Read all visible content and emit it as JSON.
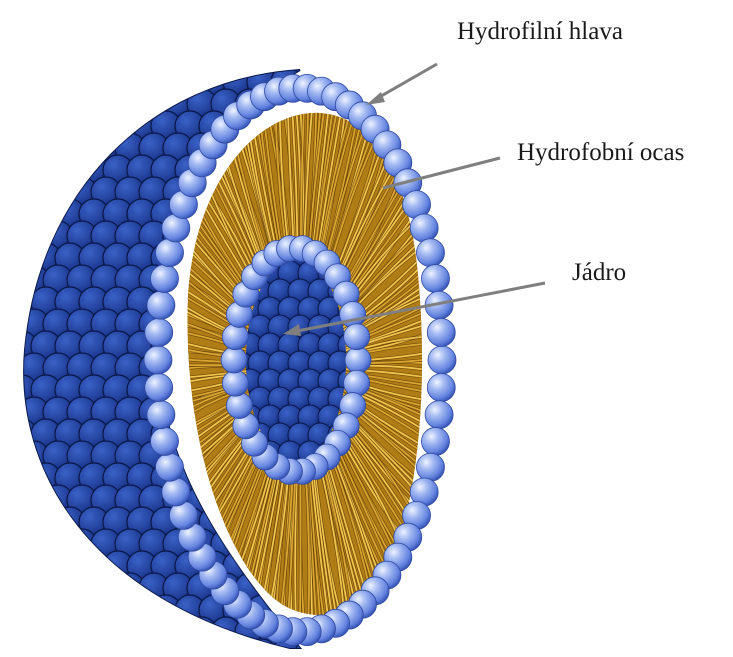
{
  "labels": {
    "head": "Hydrofilní hlava",
    "tail": "Hydrofobní ocas",
    "core": "Jádro"
  },
  "colors": {
    "background": "#ffffff",
    "shell_dark": "#16307a",
    "shell_mid": "#23449e",
    "head_light": "#9fb6f2",
    "head_mid": "#6f8fe3",
    "head_dark": "#3f5fc0",
    "tail_gold": "#d19a25",
    "tail_light": "#f0c44d",
    "tail_shadow": "#6a4509",
    "arrow": "#7f7f7f"
  }
}
